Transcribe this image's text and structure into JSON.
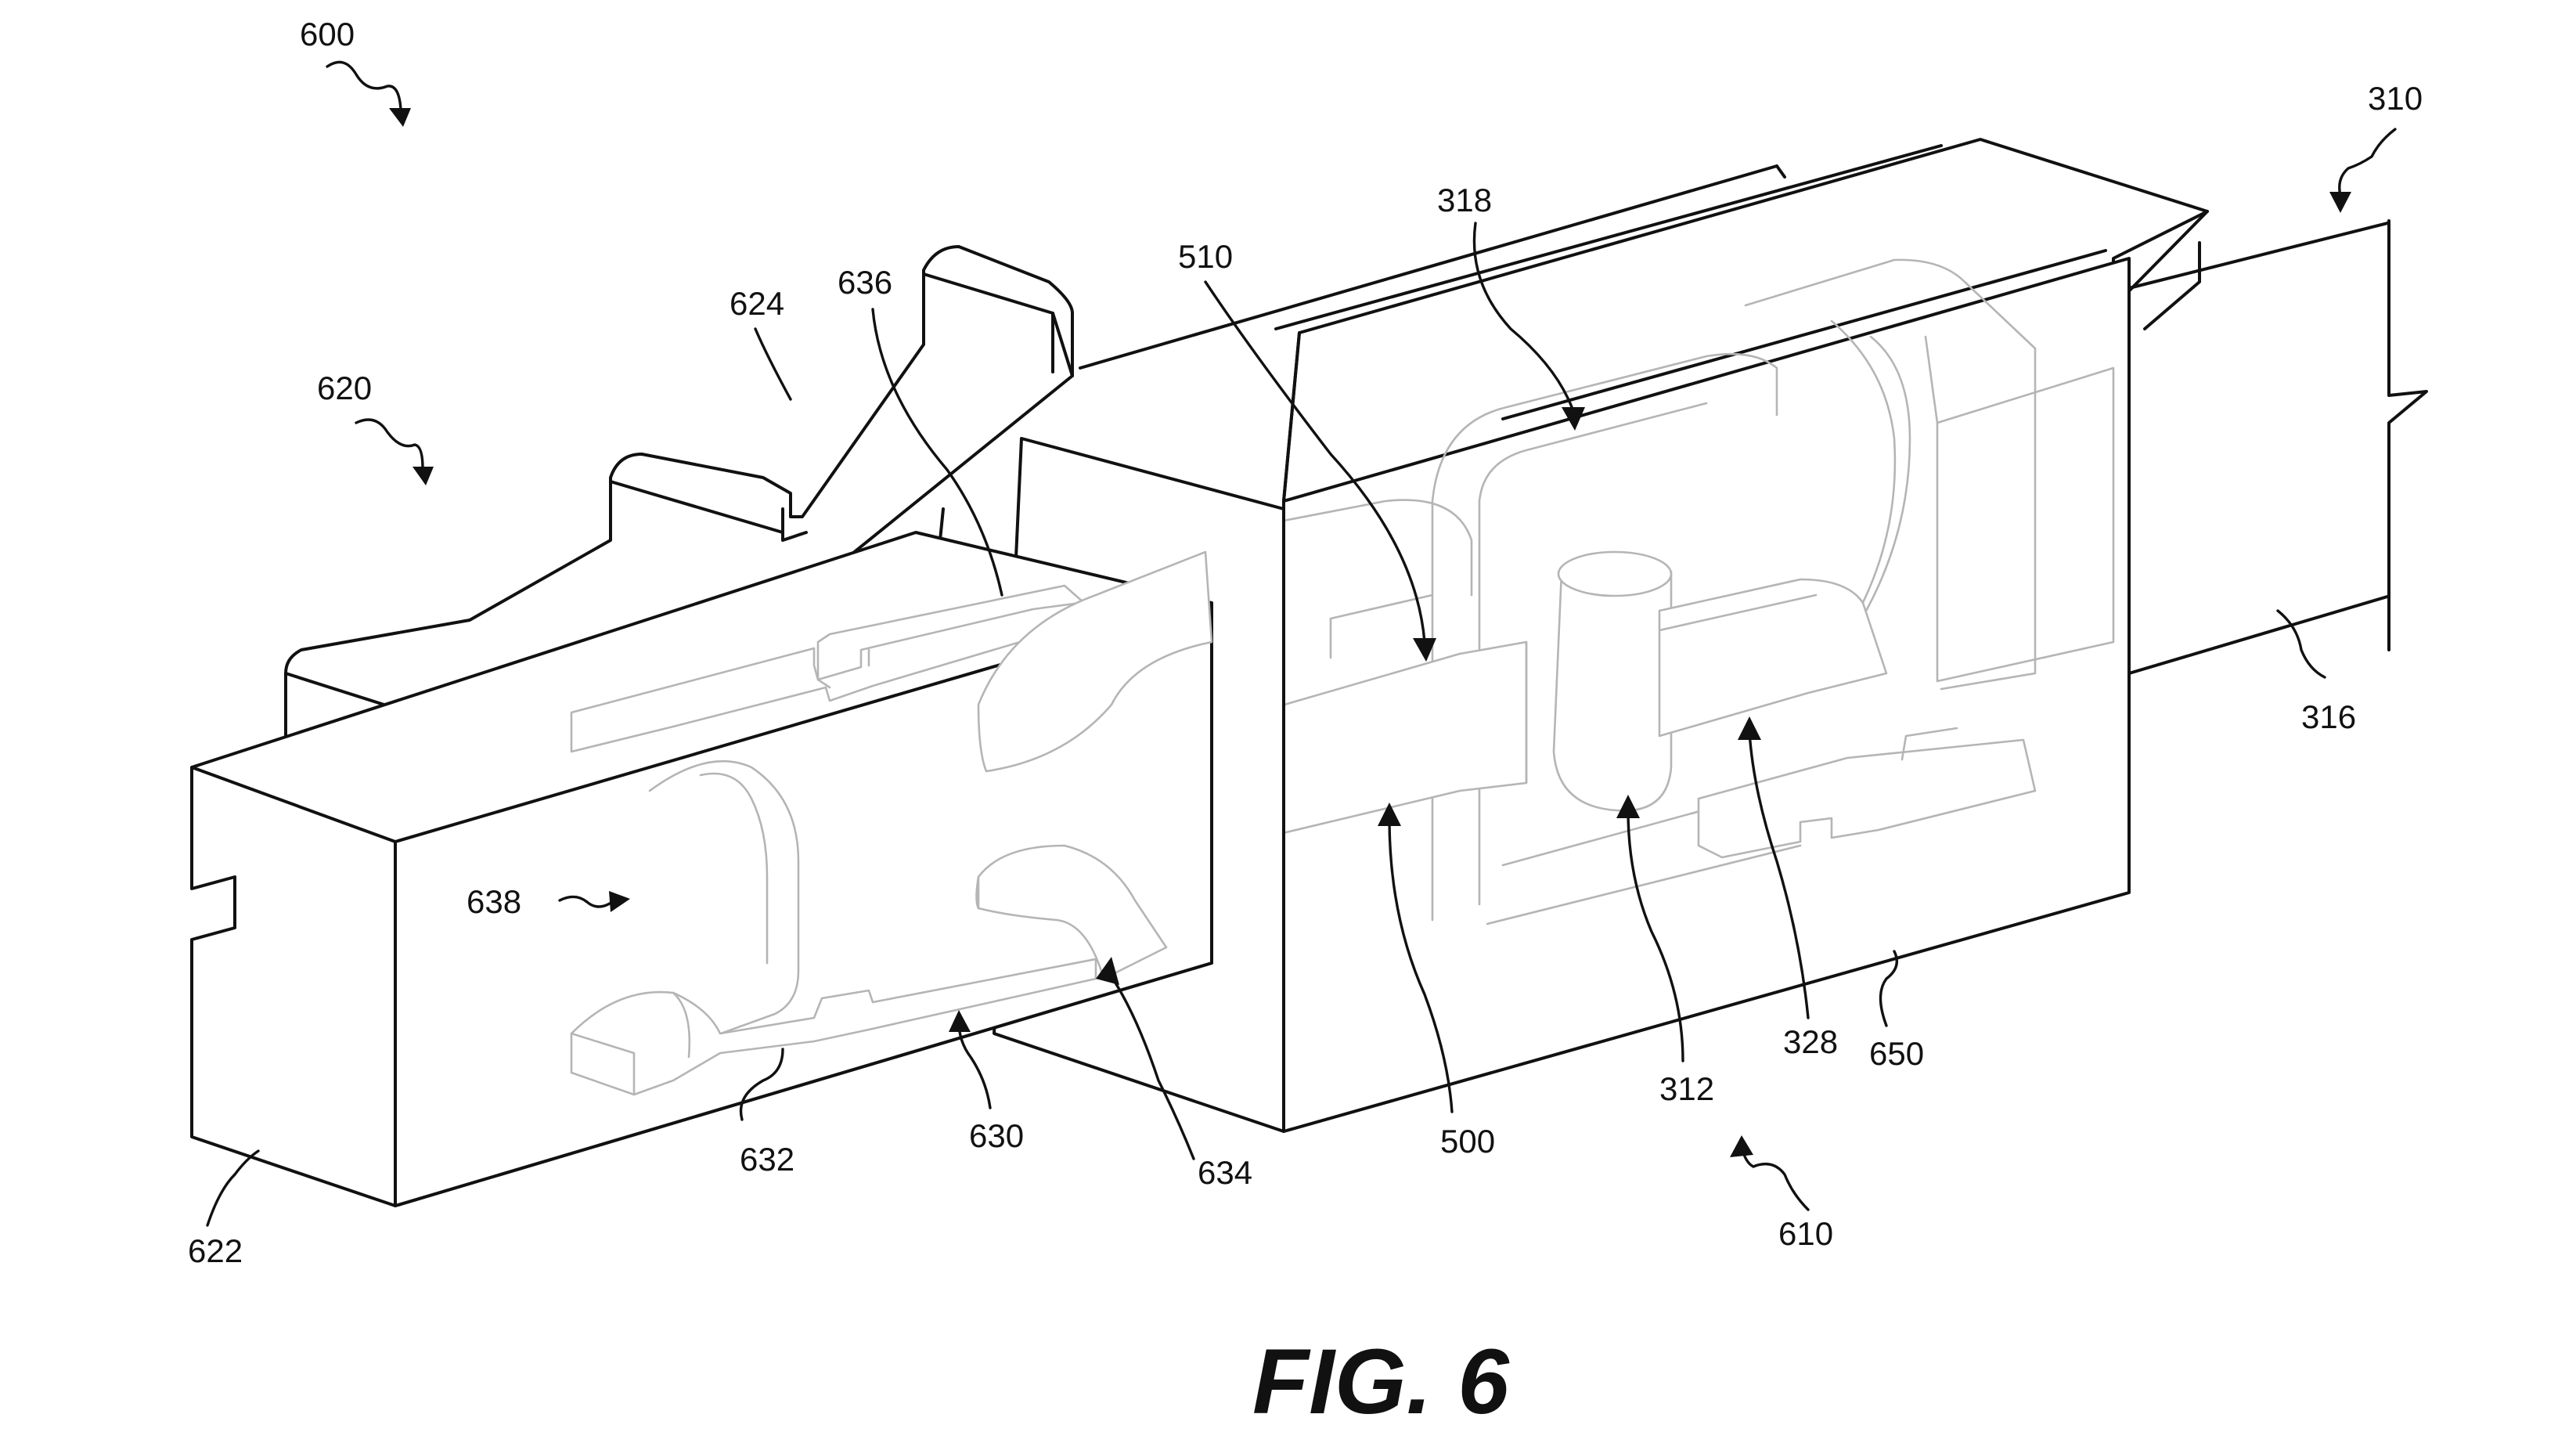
{
  "figure": {
    "caption": "FIG. 6",
    "reference_labels": {
      "r600": "600",
      "r620": "620",
      "r624": "624",
      "r636": "636",
      "r510": "510",
      "r318": "318",
      "r310": "310",
      "r316": "316",
      "r638": "638",
      "r622": "622",
      "r632": "632",
      "r630": "630",
      "r634": "634",
      "r500": "500",
      "r312": "312",
      "r328": "328",
      "r650": "650",
      "r610": "610"
    }
  }
}
